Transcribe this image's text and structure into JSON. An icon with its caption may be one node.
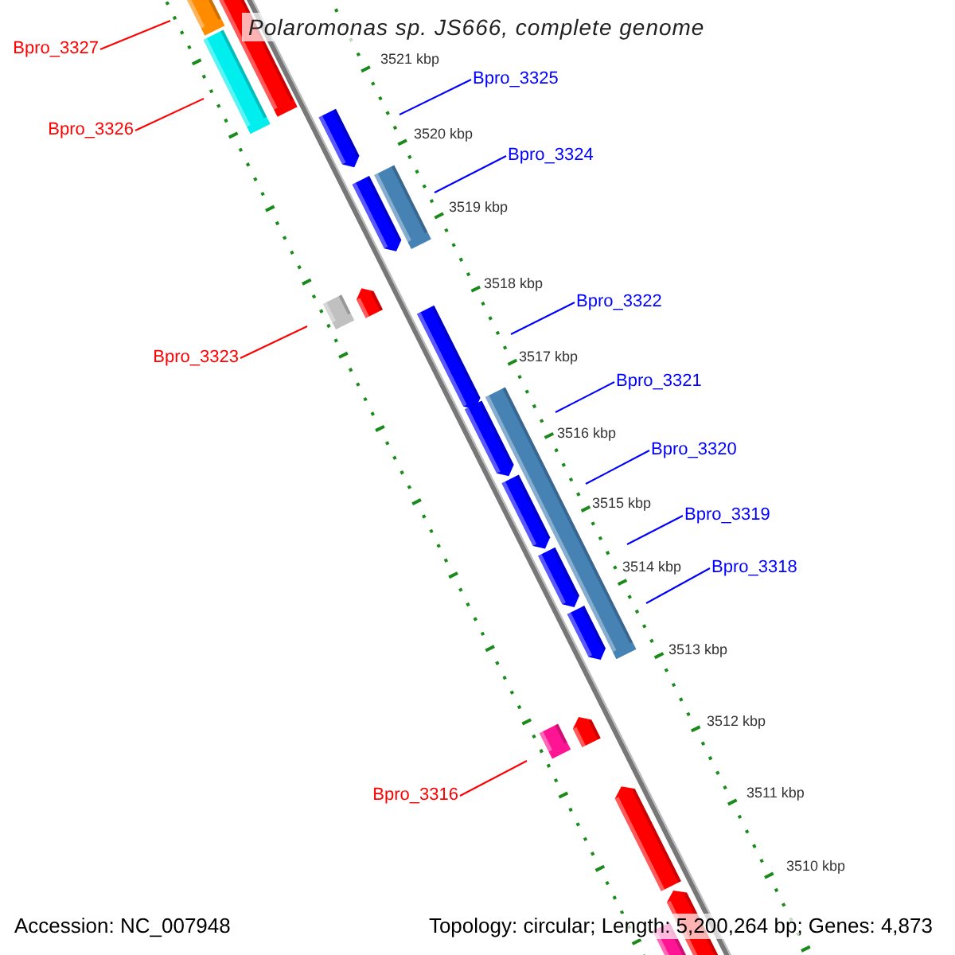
{
  "diagram": {
    "title": "Polaromonas sp. JS666, complete genome",
    "nodes": [
      {
        "text": [
          "Bpro_3327"
        ]
      },
      {
        "text": [
          "Bpro_3325"
        ]
      },
      {
        "text": [
          "Bpro_3326"
        ]
      },
      {
        "text": [
          "Bpro_3324"
        ]
      },
      {
        "text": [
          "Bpro_3322"
        ]
      },
      {
        "text": [
          "Bpro_3323"
        ]
      },
      {
        "text": [
          "Bpro_3321"
        ]
      },
      {
        "text": [
          "Bpro_3320"
        ]
      },
      {
        "text": [
          "Bpro_3319"
        ]
      },
      {
        "text": [
          "Bpro_3318"
        ]
      },
      {
        "text": [
          "Bpro_3316"
        ]
      }
    ],
    "edges": [
      {
        "from": 0,
        "to": null,
        "arrow": "none",
        "color": "#ff0000"
      },
      {
        "from": 1,
        "to": null,
        "arrow": "none"
      },
      {
        "from": 2,
        "to": null,
        "arrow": "none",
        "color": "#ff0000"
      },
      {
        "from": 3,
        "to": null,
        "arrow": "none"
      },
      {
        "from": 4,
        "to": null,
        "arrow": "none"
      },
      {
        "from": 5,
        "to": null,
        "arrow": "none",
        "color": "#ff0000"
      },
      {
        "from": 6,
        "to": null,
        "arrow": "none"
      },
      {
        "from": 7,
        "to": null,
        "arrow": "none"
      },
      {
        "from": 8,
        "to": null,
        "arrow": "none"
      },
      {
        "from": 9,
        "to": null,
        "arrow": "none"
      },
      {
        "from": 10,
        "to": null,
        "arrow": "none",
        "color": "#ff0000"
      }
    ],
    "labels": [
      "3521 kbp",
      "3520 kbp",
      "3519 kbp",
      "3518 kbp",
      "3517 kbp",
      "3516 kbp",
      "3515 kbp",
      "3514 kbp",
      "3513 kbp",
      "3512 kbp",
      "3511 kbp",
      "3510 kbp",
      "Accession: NC_007948",
      "Topology: circular; Length: 5,200,264 bp; Genes: 4,873"
    ]
  }
}
